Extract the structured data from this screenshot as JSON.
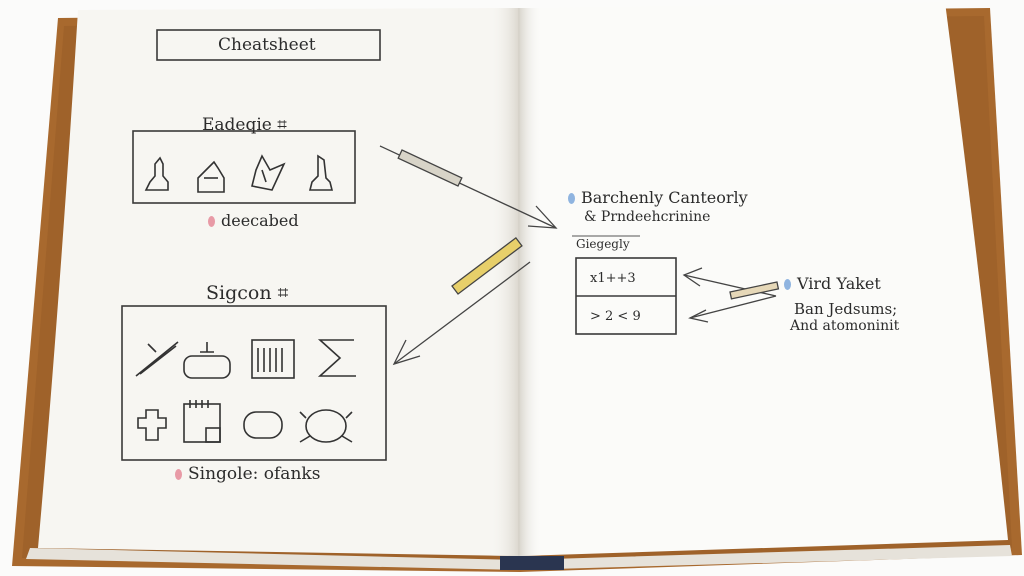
{
  "left_page": {
    "title": "Cheatsheet",
    "section1": {
      "heading": "Eadeqie ⌗",
      "caption": "deecabed"
    },
    "section2": {
      "heading": "Sigcon ⌗",
      "caption": "Singole: ofanks"
    }
  },
  "right_page": {
    "note1_line1": "Barchenly Canteorly",
    "note1_line2": "& Prndeehcrinine",
    "table_label": "Giegegly",
    "table_rows": [
      "x1++3",
      "> 2 < 9"
    ],
    "note2_line1": "Vird Yaket",
    "note2_line2": "Ban Jedsums;",
    "note2_line3": "And atomoninit"
  },
  "colors": {
    "leather": "#a8692e",
    "paper": "#f6f4ef",
    "ink": "#2c2c2c",
    "pink_marker": "#e89aa6",
    "blue_marker": "#8fb4e0",
    "pen_yellow": "#e7cf6a"
  }
}
